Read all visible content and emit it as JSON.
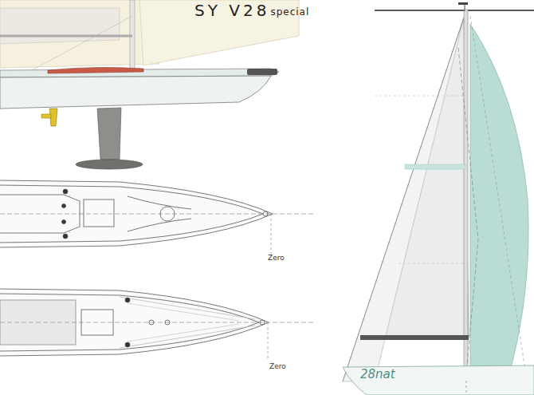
{
  "diagram": {
    "title": "SY V28",
    "labels": [
      "special",
      "Zero",
      "Zero",
      "28nat"
    ]
  }
}
